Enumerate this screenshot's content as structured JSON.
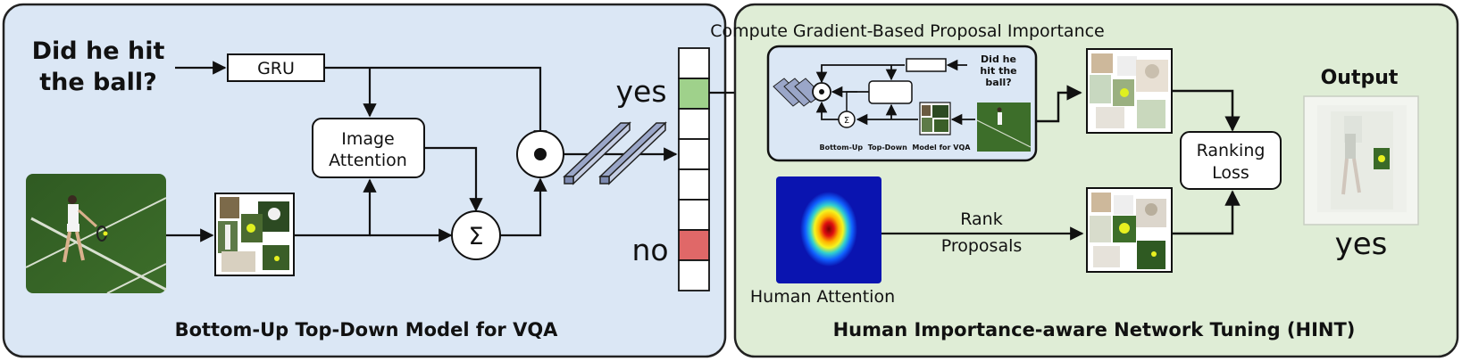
{
  "left_panel": {
    "question_line1": "Did he hit",
    "question_line2": "the ball?",
    "gru_label": "GRU",
    "image_attention_line1": "Image",
    "image_attention_line2": "Attention",
    "sum_symbol": "Σ",
    "answer_yes": "yes",
    "answer_no": "no",
    "caption": "Bottom-Up Top-Down Model for VQA",
    "colors": {
      "background": "#dbe7f5",
      "yes_cell": "#9fd18b",
      "no_cell": "#e06868"
    }
  },
  "right_panel": {
    "title": "Compute Gradient-Based Proposal Importance",
    "mini_question_line1": "Did he",
    "mini_question_line2": "hit the",
    "mini_question_line3": "ball?",
    "mini_caption": "Bottom-Up  Top-Down  Model for VQA",
    "rank_label_line1": "Rank",
    "rank_label_line2": "Proposals",
    "human_attention_label": "Human Attention",
    "ranking_loss_line1": "Ranking",
    "ranking_loss_line2": "Loss",
    "output_title": "Output",
    "output_answer": "yes",
    "caption": "Human Importance-aware Network Tuning (HINT)",
    "colors": {
      "background": "#dfedd6"
    }
  }
}
